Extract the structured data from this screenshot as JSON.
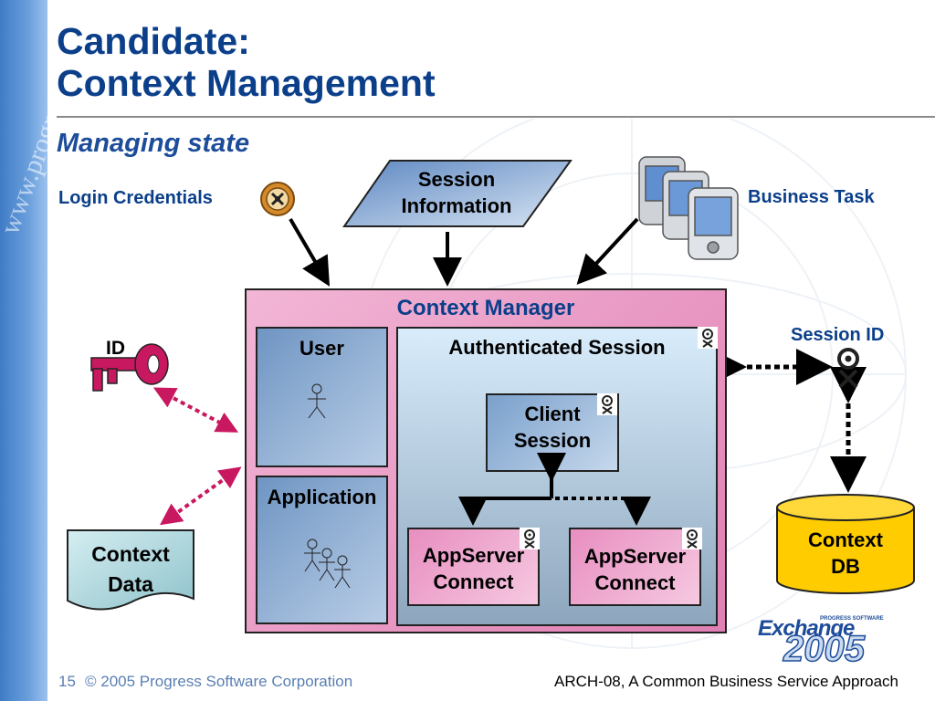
{
  "header": {
    "title_line1": "Candidate:",
    "title_line2": "Context Management",
    "subtitle": "Managing state"
  },
  "labels": {
    "login_credentials": "Login Credentials",
    "session_information_line1": "Session",
    "session_information_line2": "Information",
    "business_task": "Business Task",
    "session_id": "Session ID",
    "id": "ID"
  },
  "context_manager": {
    "title": "Context Manager",
    "user": "User",
    "application": "Application",
    "authenticated_session": "Authenticated Session",
    "client_session_line1": "Client",
    "client_session_line2": "Session",
    "appserver_line1": "AppServer",
    "appserver_line2": "Connect"
  },
  "stores": {
    "context_data_line1": "Context",
    "context_data_line2": "Data",
    "context_db_line1": "Context",
    "context_db_line2": "DB"
  },
  "logo": {
    "line1": "PROGRESS SOFTWARE",
    "line2": "Exchange",
    "line3": "2005"
  },
  "footer": {
    "slide_number": "15",
    "copyright": "© 2005 Progress Software Corporation",
    "session_code": "ARCH-08, A Common Business Service Approach"
  },
  "colors": {
    "title": "#0b3f8a",
    "context_manager_fill": "#e896c3",
    "user_fill": "#8fb0d6",
    "key": "#c8185f",
    "database": "#ffcc00",
    "context_data_fill": "#a9d6dd"
  },
  "icons": [
    "gear-badge-icon",
    "pda-devices-icon",
    "key-icon",
    "session-token-icon",
    "stick-figure-icon",
    "group-figures-icon"
  ]
}
